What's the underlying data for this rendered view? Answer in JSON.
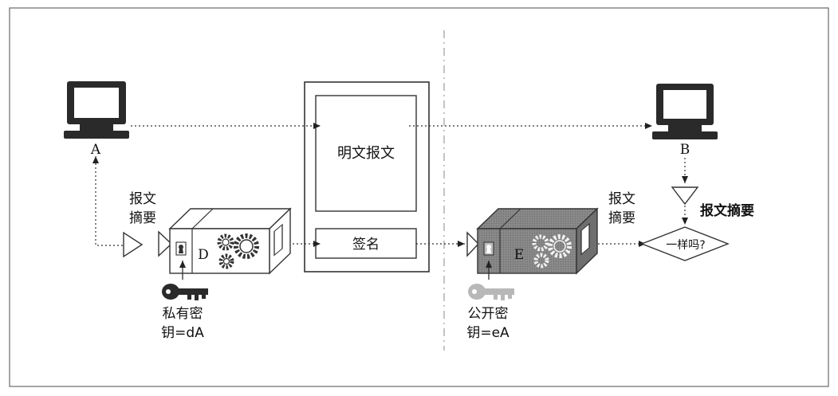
{
  "diagram": {
    "computers": {
      "sender_label": "A",
      "receiver_label": "B"
    },
    "document": {
      "body_text": "明文报文",
      "signature_text": "签名"
    },
    "left_digest": {
      "line1": "报文",
      "line2": "摘要"
    },
    "left_engine": {
      "label": "D"
    },
    "private_key": {
      "line1": "私有密",
      "line2": "钥=dA"
    },
    "right_digest": {
      "line1": "报文",
      "line2": "摘要"
    },
    "right_engine": {
      "label": "E"
    },
    "public_key": {
      "line1": "公开密",
      "line2": "钥=eA"
    },
    "receiver_digest": {
      "text": "报文摘要"
    },
    "compare": {
      "text": "一样吗?"
    }
  }
}
